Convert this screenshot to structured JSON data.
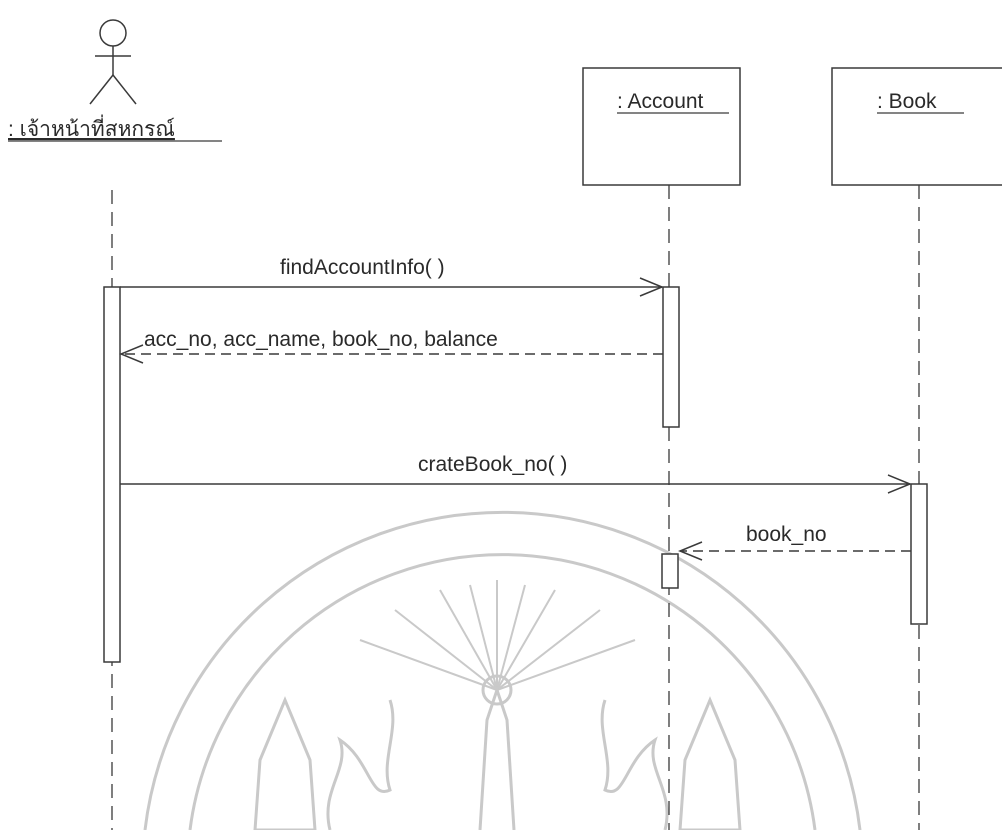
{
  "actor": {
    "label": ": เจ้าหน้าที่สหกรณ์"
  },
  "objects": [
    {
      "id": "account",
      "label": ": Account"
    },
    {
      "id": "book",
      "label": ": Book"
    }
  ],
  "messages": [
    {
      "id": "find-account-info",
      "label": "findAccountInfo( )",
      "kind": "call"
    },
    {
      "id": "account-info-return",
      "label": "acc_no, acc_name, book_no, balance",
      "kind": "return"
    },
    {
      "id": "crate-book-no",
      "label": "crateBook_no( )",
      "kind": "call"
    },
    {
      "id": "book-no-return",
      "label": "book_no",
      "kind": "return"
    }
  ],
  "colors": {
    "line": "#3a3a3a",
    "text": "#2a2a2a",
    "watermark": "#c8c8c8"
  }
}
